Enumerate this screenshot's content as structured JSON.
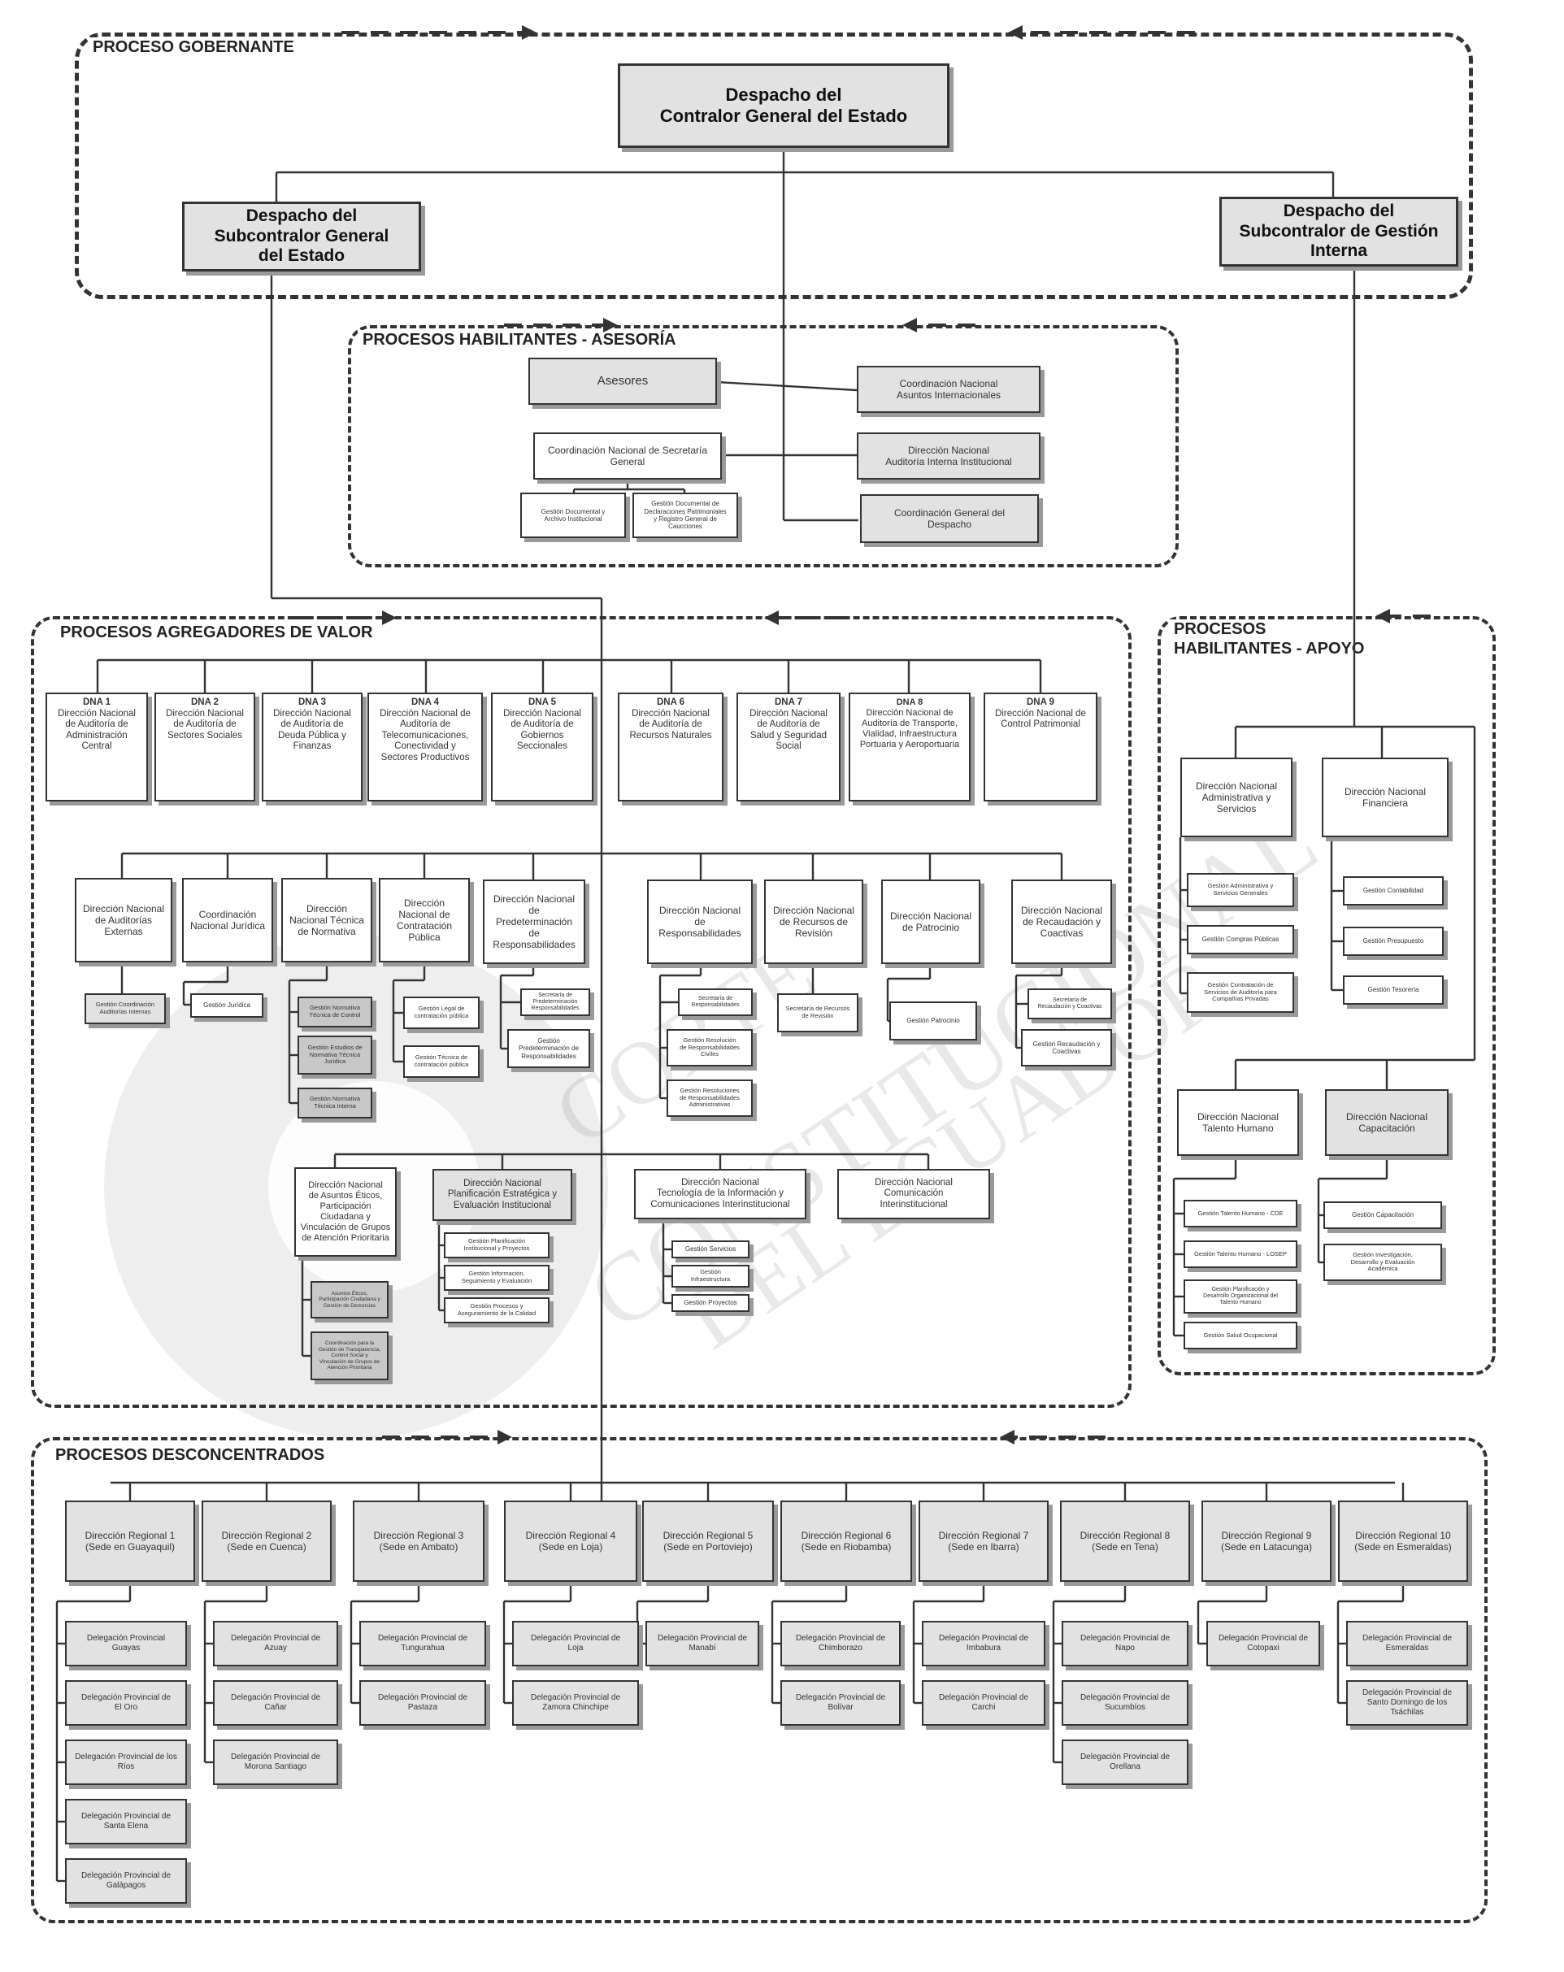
{
  "sections": {
    "gobernante": "PROCESO GOBERNANTE",
    "asesoria": "PROCESOS HABILITANTES - ASESORÍA",
    "agregadores": "PROCESOS AGREGADORES DE VALOR",
    "apoyo": "PROCESOS\nHABILITANTES - APOYO",
    "desconcentrados": "PROCESOS DESCONCENTRADOS"
  },
  "gobernante": {
    "contralor": "Despacho del\nContralor General del Estado",
    "subcontralor": "Despacho del\nSubcontralor General\ndel Estado",
    "gestion_interna": "Despacho del\nSubcontralor de Gestión\nInterna"
  },
  "asesoria": {
    "asesores": "Asesores",
    "secretaria": "Coordinación Nacional de Secretaría\nGeneral",
    "sec_sub1": "Gestión Documental y\nArchivo Institucional",
    "sec_sub2": "Gestión Documental de\nDeclaraciones Patrimoniales\ny Registro General de\nCaucciones",
    "asuntos_int": "Coordinación Nacional\nAsuntos Internacionales",
    "auditoria_int": "Dirección Nacional\nAuditoría Interna Institucional",
    "coord_despacho": "Coordinación General del\nDespacho"
  },
  "dna": [
    {
      "title": "DNA 1",
      "text": "Dirección Nacional\nde Auditoría de\nAdministración\nCentral"
    },
    {
      "title": "DNA 2",
      "text": "Dirección Nacional\nde Auditoría de\nSectores Sociales"
    },
    {
      "title": "DNA 3",
      "text": "Dirección Nacional\nde Auditoría de\nDeuda Pública y\nFinanzas"
    },
    {
      "title": "DNA 4",
      "text": "Dirección Nacional de\nAuditoría de\nTelecomunicaciones,\nConectividad y\nSectores Productivos"
    },
    {
      "title": "DNA 5",
      "text": "Dirección Nacional\nde Auditoría de\nGobiernos\nSeccionales"
    },
    {
      "title": "DNA 6",
      "text": "Dirección Nacional\nde Auditoría de\nRecursos Naturales"
    },
    {
      "title": "DNA 7",
      "text": "Dirección Nacional\nde Auditoría de\nSalud y Seguridad\nSocial"
    },
    {
      "title": "DNA 8",
      "text": "Dirección Nacional de\nAuditoría de Transporte,\nVialidad, Infraestructura\nPortuaria y Aeroportuaria"
    },
    {
      "title": "DNA 9",
      "text": "Dirección Nacional de\nControl Patrimonial"
    }
  ],
  "row2": {
    "auditorias_externas": "Dirección Nacional\nde Auditorías\nExternas",
    "aud_ext_sub": "Gestión Coordinación\nAuditorías Internas",
    "juridica": "Coordinación\nNacional Jurídica",
    "juridica_sub": "Gestión Jurídica",
    "normativa": "Dirección\nNacional Técnica\nde Normativa",
    "norm_sub1": "Gestión Normativa\nTécnica de Control",
    "norm_sub2": "Gestión Estudios de\nNormativa Técnica\nJurídica",
    "norm_sub3": "Gestión Normativa\nTécnica Interna",
    "contratacion": "Dirección\nNacional de\nContratación\nPública",
    "contr_sub1": "Gestión Legal de\ncontratación pública",
    "contr_sub2": "Gestión Técnica de\ncontratación pública",
    "predeterminacion": "Dirección Nacional\nde\nPredeterminación\nde\nResponsabilidades",
    "pred_sub1": "Secretaría de\nPredeterminación\nResponsabilidades",
    "pred_sub2": "Gestión\nPredeterminación de\nResponsabilidades",
    "responsabilidades": "Dirección Nacional\nde\nResponsabilidades",
    "resp_sub1": "Secretaría de\nResponsabilidades",
    "resp_sub2": "Gestión Resolución\nde Responsabilidades\nCiviles",
    "resp_sub3": "Gestión Resoluciones\nde Responsabilidades\nAdministrativas",
    "revision": "Dirección Nacional\nde Recursos de\nRevisión",
    "rev_sub": "Secretaría de Recursos\nde Revisión",
    "patrocinio": "Dirección Nacional\nde Patrocinio",
    "patr_sub": "Gestión Patrocinio",
    "recaudacion": "Dirección Nacional\nde Recaudación y\nCoactivas",
    "rec_sub1": "Secretaría de\nRecaudación y Coactivas",
    "rec_sub2": "Gestión Recaudación y\nCoactivas"
  },
  "row3": {
    "asuntos_eticos": "Dirección Nacional\nde Asuntos Éticos,\nParticipación\nCiudadana y\nVinculación de Grupos\nde Atención Prioritaria",
    "eticos_sub1": "Asuntos Éticos,\nParticipación Ciudadana y\nGestión de Denuncias",
    "eticos_sub2": "Coordinación para la\nGestión de Transparencia,\nControl Social y\nVinculación de Grupos de\nAtención Prioritaria",
    "planificacion": "Dirección Nacional\nPlanificación Estratégica y\nEvaluación Institucional",
    "plan_sub1": "Gestión Planificación\nInstitucional y Proyectos",
    "plan_sub2": "Gestión Información,\nSeguimiento y Evaluación",
    "plan_sub3": "Gestión Procesos y\nAseguramiento de la Calidad",
    "tecnologia": "Dirección Nacional\nTecnología de la Información y\nComunicaciones Interinstitucional",
    "tec_sub1": "Gestión Servicios",
    "tec_sub2": "Gestión\nInfraestructura",
    "tec_sub3": "Gestión Proyectos",
    "comunicacion": "Dirección Nacional\nComunicación\nInterinstitucional"
  },
  "apoyo": {
    "administrativa": "Dirección Nacional\nAdministrativa y\nServicios",
    "adm_sub1": "Gestión Administrativa y\nServicios Generales",
    "adm_sub2": "Gestión Compras Públicas",
    "adm_sub3": "Gestión Contratación de\nServicios de Auditoría para\nCompañías Privadas",
    "financiera": "Dirección Nacional\nFinanciera",
    "fin_sub1": "Gestión Contabilidad",
    "fin_sub2": "Gestión Presupuesto",
    "fin_sub3": "Gestión Tesorería",
    "talento": "Dirección Nacional\nTalento Humano",
    "tal_sub1": "Gestión Talento Humano - CDE",
    "tal_sub2": "Gestión Talento Humano - LOSEP",
    "tal_sub3": "Gestión Planificación y\nDesarrollo Organizacional del\nTalento Humano",
    "tal_sub4": "Gestión Salud Ocupacional",
    "capacitacion": "Dirección Nacional\nCapacitación",
    "cap_sub1": "Gestión Capacitación",
    "cap_sub2": "Gestión Investigación,\nDesarrollo y Evaluación\nAcadémica"
  },
  "regionales": [
    {
      "text": "Dirección Regional 1\n(Sede en Guayaquil)",
      "subs": [
        "Delegación Provincial\nGuayas",
        "Delegación Provincial de\nEl Oro",
        "Delegación Provincial de los\nRíos",
        "Delegación Provincial de\nSanta Elena",
        "Delegación Provincial de\nGalápagos"
      ]
    },
    {
      "text": "Dirección Regional 2\n(Sede en Cuenca)",
      "subs": [
        "Delegación Provincial de\nAzuay",
        "Delegación Provincial de\nCañar",
        "Delegación Provincial de\nMorona Santiago"
      ]
    },
    {
      "text": "Dirección Regional 3\n(Sede en Ambato)",
      "subs": [
        "Delegación Provincial de\nTungurahua",
        "Delegación Provincial de\nPastaza"
      ]
    },
    {
      "text": "Dirección Regional 4\n(Sede en Loja)",
      "subs": [
        "Delegación Provincial de\nLoja",
        "Delegación Provincial de\nZamora Chinchipe"
      ]
    },
    {
      "text": "Dirección Regional 5\n(Sede en Portoviejo)",
      "subs": [
        "Delegación Provincial de\nManabí"
      ]
    },
    {
      "text": "Dirección Regional 6\n(Sede en Riobamba)",
      "subs": [
        "Delegación Provincial de\nChimborazo",
        "Delegación Provincial de\nBolívar"
      ]
    },
    {
      "text": "Dirección Regional 7\n(Sede en Ibarra)",
      "subs": [
        "Delegación Provincial de\nImbabura",
        "Delegación Provincial de\nCarchi"
      ]
    },
    {
      "text": "Dirección Regional 8\n(Sede en Tena)",
      "subs": [
        "Delegación Provincial de\nNapo",
        "Delegación Provincial de\nSucumbíos",
        "Delegación Provincial de\nOrellana"
      ]
    },
    {
      "text": "Dirección Regional 9\n(Sede en Latacunga)",
      "subs": [
        "Delegación Provincial de\nCotopaxi"
      ]
    },
    {
      "text": "Dirección Regional 10\n(Sede en Esmeraldas)",
      "subs": [
        "Delegación Provincial de\nEsmeraldas",
        "Delegación Provincial de\nSanto Domingo de los\nTsáchilas"
      ]
    }
  ],
  "watermark": {
    "line1": "CORTE",
    "line2": "CONSTITUCIONAL",
    "line3": "DEL ECUADOR"
  },
  "colors": {
    "line": "#333333",
    "shade": "#e2e2e2",
    "dark": "#c8c8c8",
    "shadow": "#9a9a9a"
  }
}
